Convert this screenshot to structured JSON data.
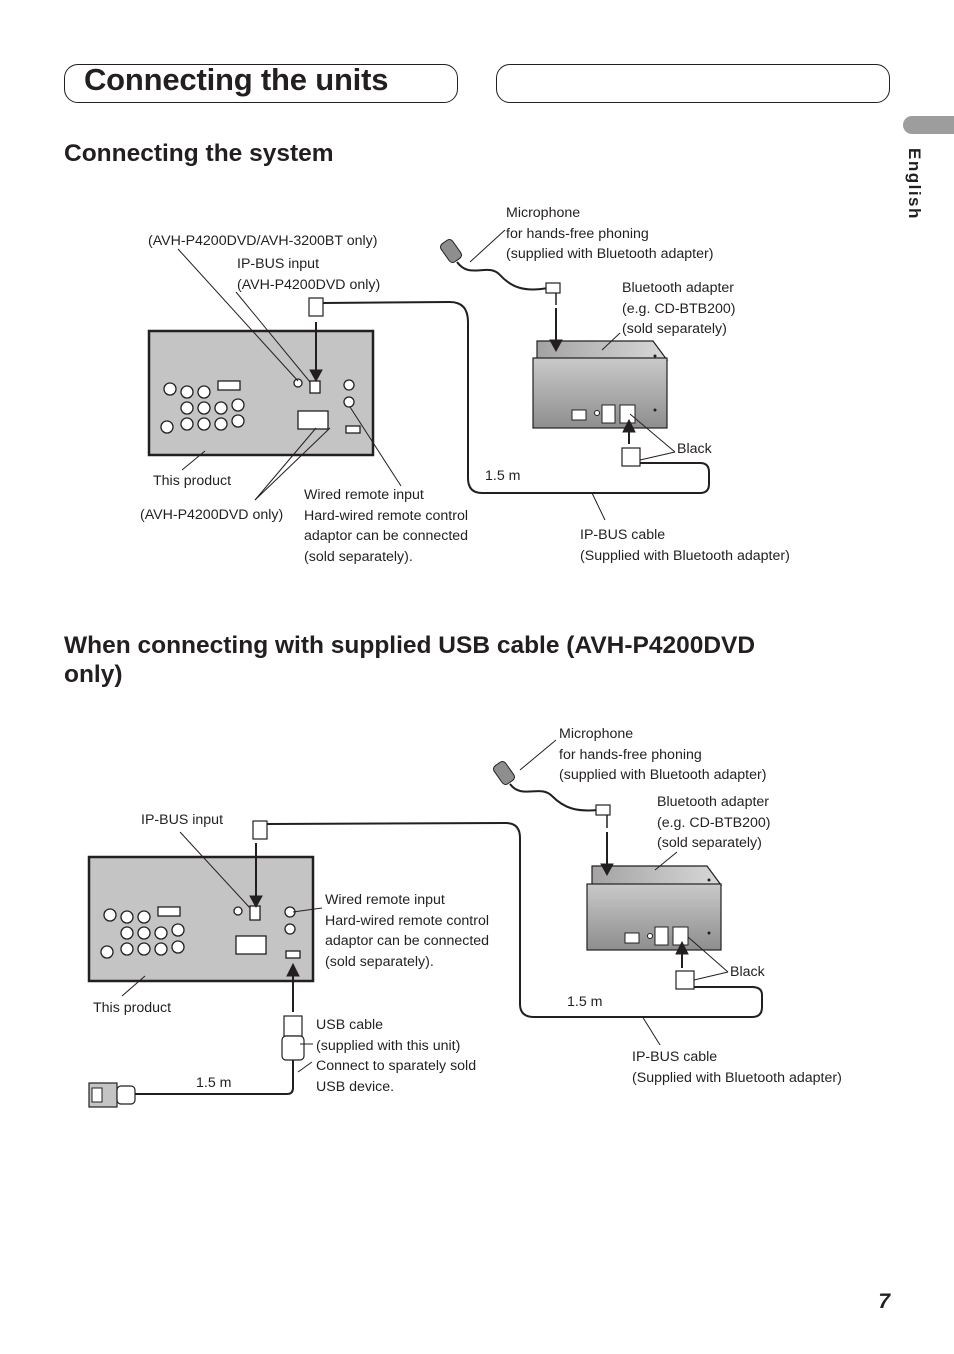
{
  "page": {
    "title": "Connecting the units",
    "language_tab": "English",
    "page_number": "7"
  },
  "section1": {
    "heading": "Connecting the system",
    "labels": {
      "model_note": "(AVH-P4200DVD/AVH-3200BT only)",
      "ipbus_input": [
        "IP-BUS input",
        "(AVH-P4200DVD only)"
      ],
      "microphone": [
        "Microphone",
        "for hands-free phoning",
        "(supplied with Bluetooth adapter)"
      ],
      "bt_adapter": [
        "Bluetooth adapter",
        "(e.g. CD-BTB200)",
        "(sold separately)"
      ],
      "black": "Black",
      "length": "1.5 m",
      "this_product": "This product",
      "dvd_only": "(AVH-P4200DVD only)",
      "wired_remote": [
        "Wired remote input",
        "Hard-wired remote control",
        "adaptor can be connected",
        "(sold separately)."
      ],
      "ipbus_cable": [
        "IP-BUS cable",
        "(Supplied with Bluetooth adapter)"
      ]
    }
  },
  "section2": {
    "heading_lines": [
      "When connecting with supplied USB cable (AVH-P4200DVD",
      "only)"
    ],
    "labels": {
      "microphone": [
        "Microphone",
        "for hands-free phoning",
        "(supplied with Bluetooth adapter)"
      ],
      "bt_adapter": [
        "Bluetooth adapter",
        "(e.g. CD-BTB200)",
        "(sold separately)"
      ],
      "ipbus_input": "IP-BUS input",
      "wired_remote": [
        "Wired remote input",
        "Hard-wired remote control",
        "adaptor can be connected",
        "(sold separately)."
      ],
      "black": "Black",
      "length_ipbus": "1.5 m",
      "this_product": "This product",
      "usb_cable": [
        "USB cable",
        "(supplied with this unit)",
        "Connect to sparately sold",
        "USB device."
      ],
      "length_usb": "1.5 m",
      "ipbus_cable": [
        "IP-BUS cable",
        "(Supplied with Bluetooth adapter)"
      ]
    }
  }
}
